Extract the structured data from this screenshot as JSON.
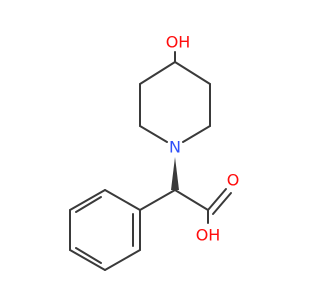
{
  "structure": {
    "atoms": {
      "hydroxyl_oxygen": {
        "label": "OH",
        "color": "#ff0d0d"
      },
      "ring_nitrogen": {
        "label": "N",
        "color": "#3050f8"
      },
      "carbonyl_oxygen": {
        "label": "O",
        "color": "#ff0d0d"
      },
      "acid_hydroxyl": {
        "label": "OH",
        "color": "#ff0d0d"
      }
    }
  }
}
